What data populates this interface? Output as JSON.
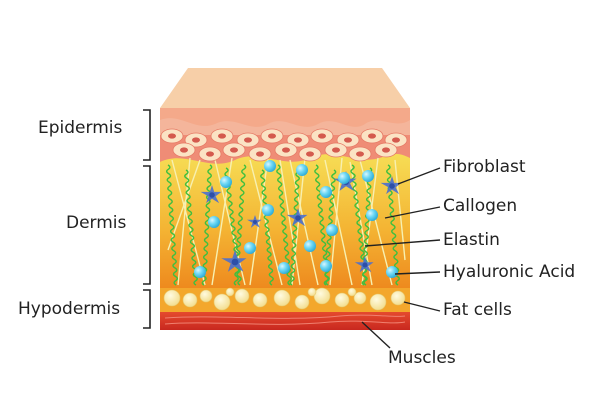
{
  "layer_labels": {
    "epidermis": "Epidermis",
    "dermis": "Dermis",
    "hypodermis": "Hypodermis"
  },
  "callouts": {
    "fibroblast": "Fibroblast",
    "collagen": "Callogen",
    "elastin": "Elastin",
    "hyaluronic_acid": "Hyaluronic Acid",
    "fat_cells": "Fat cells",
    "muscles": "Muscles"
  },
  "colors": {
    "surface": "#f7cfa8",
    "epidermis": "#f08d76",
    "epidermis_cell": "#fbe3c4",
    "cell_nucleus": "#d45a4e",
    "dermis_top": "#f5d84a",
    "dermis_bottom": "#f08a1f",
    "collagen_fiber": "#f7f0b0",
    "elastin_fiber": "#3fbf3f",
    "fibroblast": "#4a6fd0",
    "hyaluronic_acid": "#5fd0f0",
    "hypodermis": "#f3a02a",
    "fat_cell": "#fbf0b8",
    "muscle": "#d9342b",
    "bracket": "#222222"
  }
}
